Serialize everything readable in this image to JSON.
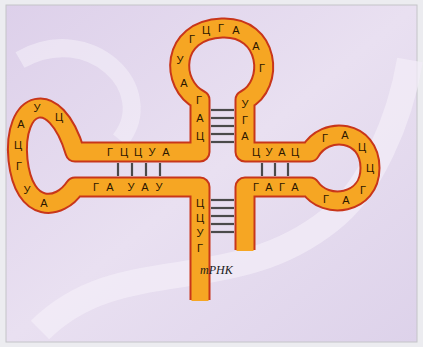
{
  "diagram": {
    "labels": [
      "Ц",
      "Г",
      "А",
      "Г",
      "А",
      "У",
      "Г",
      "А",
      "Г",
      "У",
      "А",
      "Г",
      "Ц",
      "А",
      "Г",
      "Ц",
      "Ц",
      "У",
      "А",
      "Ц",
      "У",
      "А",
      "Ц",
      "Ц",
      "У",
      "А",
      "Ц",
      "Г",
      "У",
      "А",
      "Г",
      "А",
      "Ц",
      "Ц",
      "Г",
      "А",
      "Г",
      "Г",
      "А",
      "У",
      "А",
      "У",
      "Г",
      "А",
      "Г",
      "А",
      "Ц",
      "Ц",
      "У",
      "Г",
      "тРНК"
    ]
  }
}
